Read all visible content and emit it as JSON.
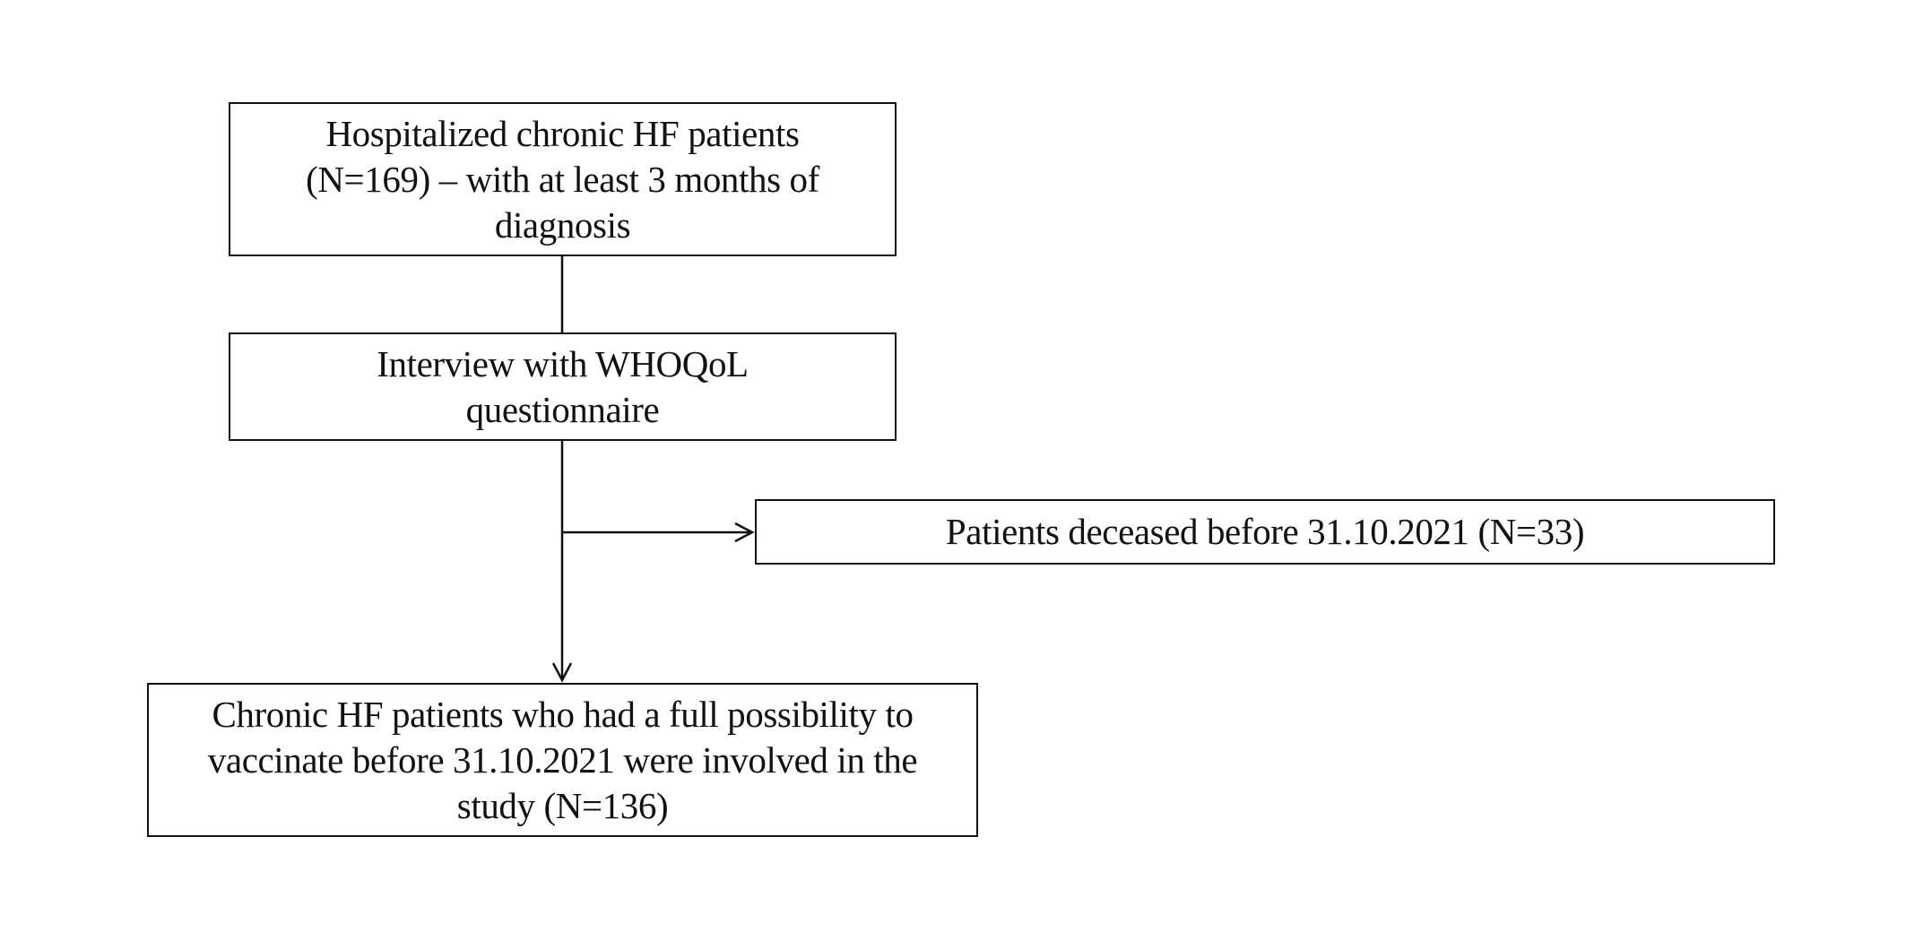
{
  "flowchart": {
    "nodes": [
      {
        "id": "enrolled",
        "text": "Hospitalized chronic HF patients (N=169) – with at least 3 months of diagnosis"
      },
      {
        "id": "interview",
        "text": "Interview with WHOQoL questionnaire"
      },
      {
        "id": "excluded",
        "text": "Patients deceased before 31.10.2021 (N=33)"
      },
      {
        "id": "included",
        "text": "Chronic HF patients who had a full possibility to vaccinate before 31.10.2021 were involved in the study (N=136)"
      }
    ],
    "edges": [
      {
        "from": "enrolled",
        "to": "interview",
        "style": "line"
      },
      {
        "from": "interview",
        "to": "included",
        "style": "arrow"
      },
      {
        "from": "interview",
        "to": "excluded",
        "style": "arrow-branch"
      }
    ]
  },
  "colors": {
    "stroke": "#111111",
    "background": "#ffffff"
  }
}
